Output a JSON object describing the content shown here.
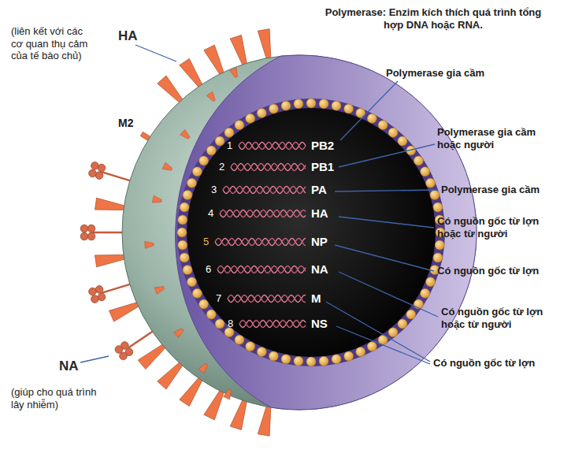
{
  "diagram": {
    "labels": [
      "Polymerase: Enzim kích thích quá trình tổng hợp DNA hoặc RNA.",
      "(liên kết với các cơ quan thụ cảm của tế bào chủ)",
      "HA",
      "Polymerase gia cầm",
      "M2",
      "1",
      "2",
      "3",
      "4",
      "5",
      "6",
      "7",
      "8",
      "PB2",
      "PB1",
      "PA",
      "HA",
      "NP",
      "NA",
      "M",
      "NS",
      "Polymerase gia cầm hoặc người",
      "Polymerase gia cầm",
      "Có nguồn gốc từ lợn hoặc từ người",
      "Có nguồn gốc từ lợn",
      "Có nguồn gốc từ lợn hoặc từ người",
      "Có nguồn gốc từ lợn",
      "NA",
      "(giúp cho quá trình lây nhiễm)"
    ]
  }
}
